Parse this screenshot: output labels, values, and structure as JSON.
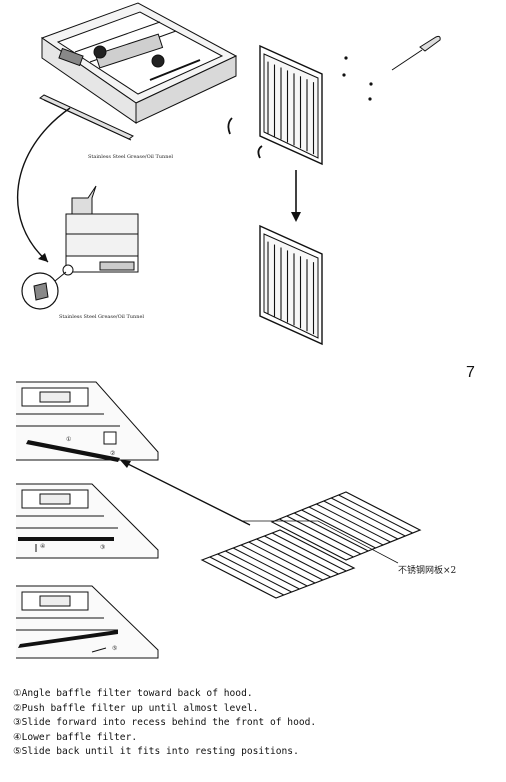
{
  "page": {
    "number": "7"
  },
  "top_left": {
    "caption_upper": "Stainless Steel Grease/Oil Tunnel",
    "caption_lower": "Stainless Steel Grease/Oil Tunnel"
  },
  "parts": {
    "quantity_label": "不锈钢网板×2"
  },
  "steps": [
    "①Angle baffle filter toward back of hood.",
    "②Push baffle filter up until almost level.",
    "③Slide forward into recess behind the front of hood.",
    "④Lower baffle filter.",
    "⑤Slide back until it fits into resting positions."
  ],
  "callouts": {
    "step1": "①",
    "step2": "②",
    "step3": "③",
    "step4": "④",
    "step5": "⑤"
  }
}
